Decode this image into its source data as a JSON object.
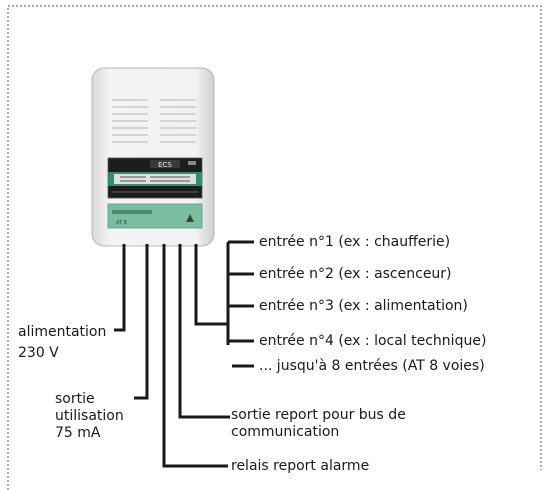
{
  "device": {
    "brand": "ECS",
    "model": "AT 8"
  },
  "labels": {
    "input1": "entrée n°1 (ex : chaufferie)",
    "input2": "entrée n°2 (ex : ascenceur)",
    "input3": "entrée n°3 (ex : alimentation)",
    "input4": "entrée n°4 (ex : local technique)",
    "input_more": "... jusqu'à 8 entrées (AT 8 voies)",
    "power": "alimentation\n230 V",
    "output_use": "sortie\nutilisation\n75 mA",
    "bus_output": "sortie report pour bus de\ncommunication",
    "alarm_relay": "relais report alarme"
  }
}
